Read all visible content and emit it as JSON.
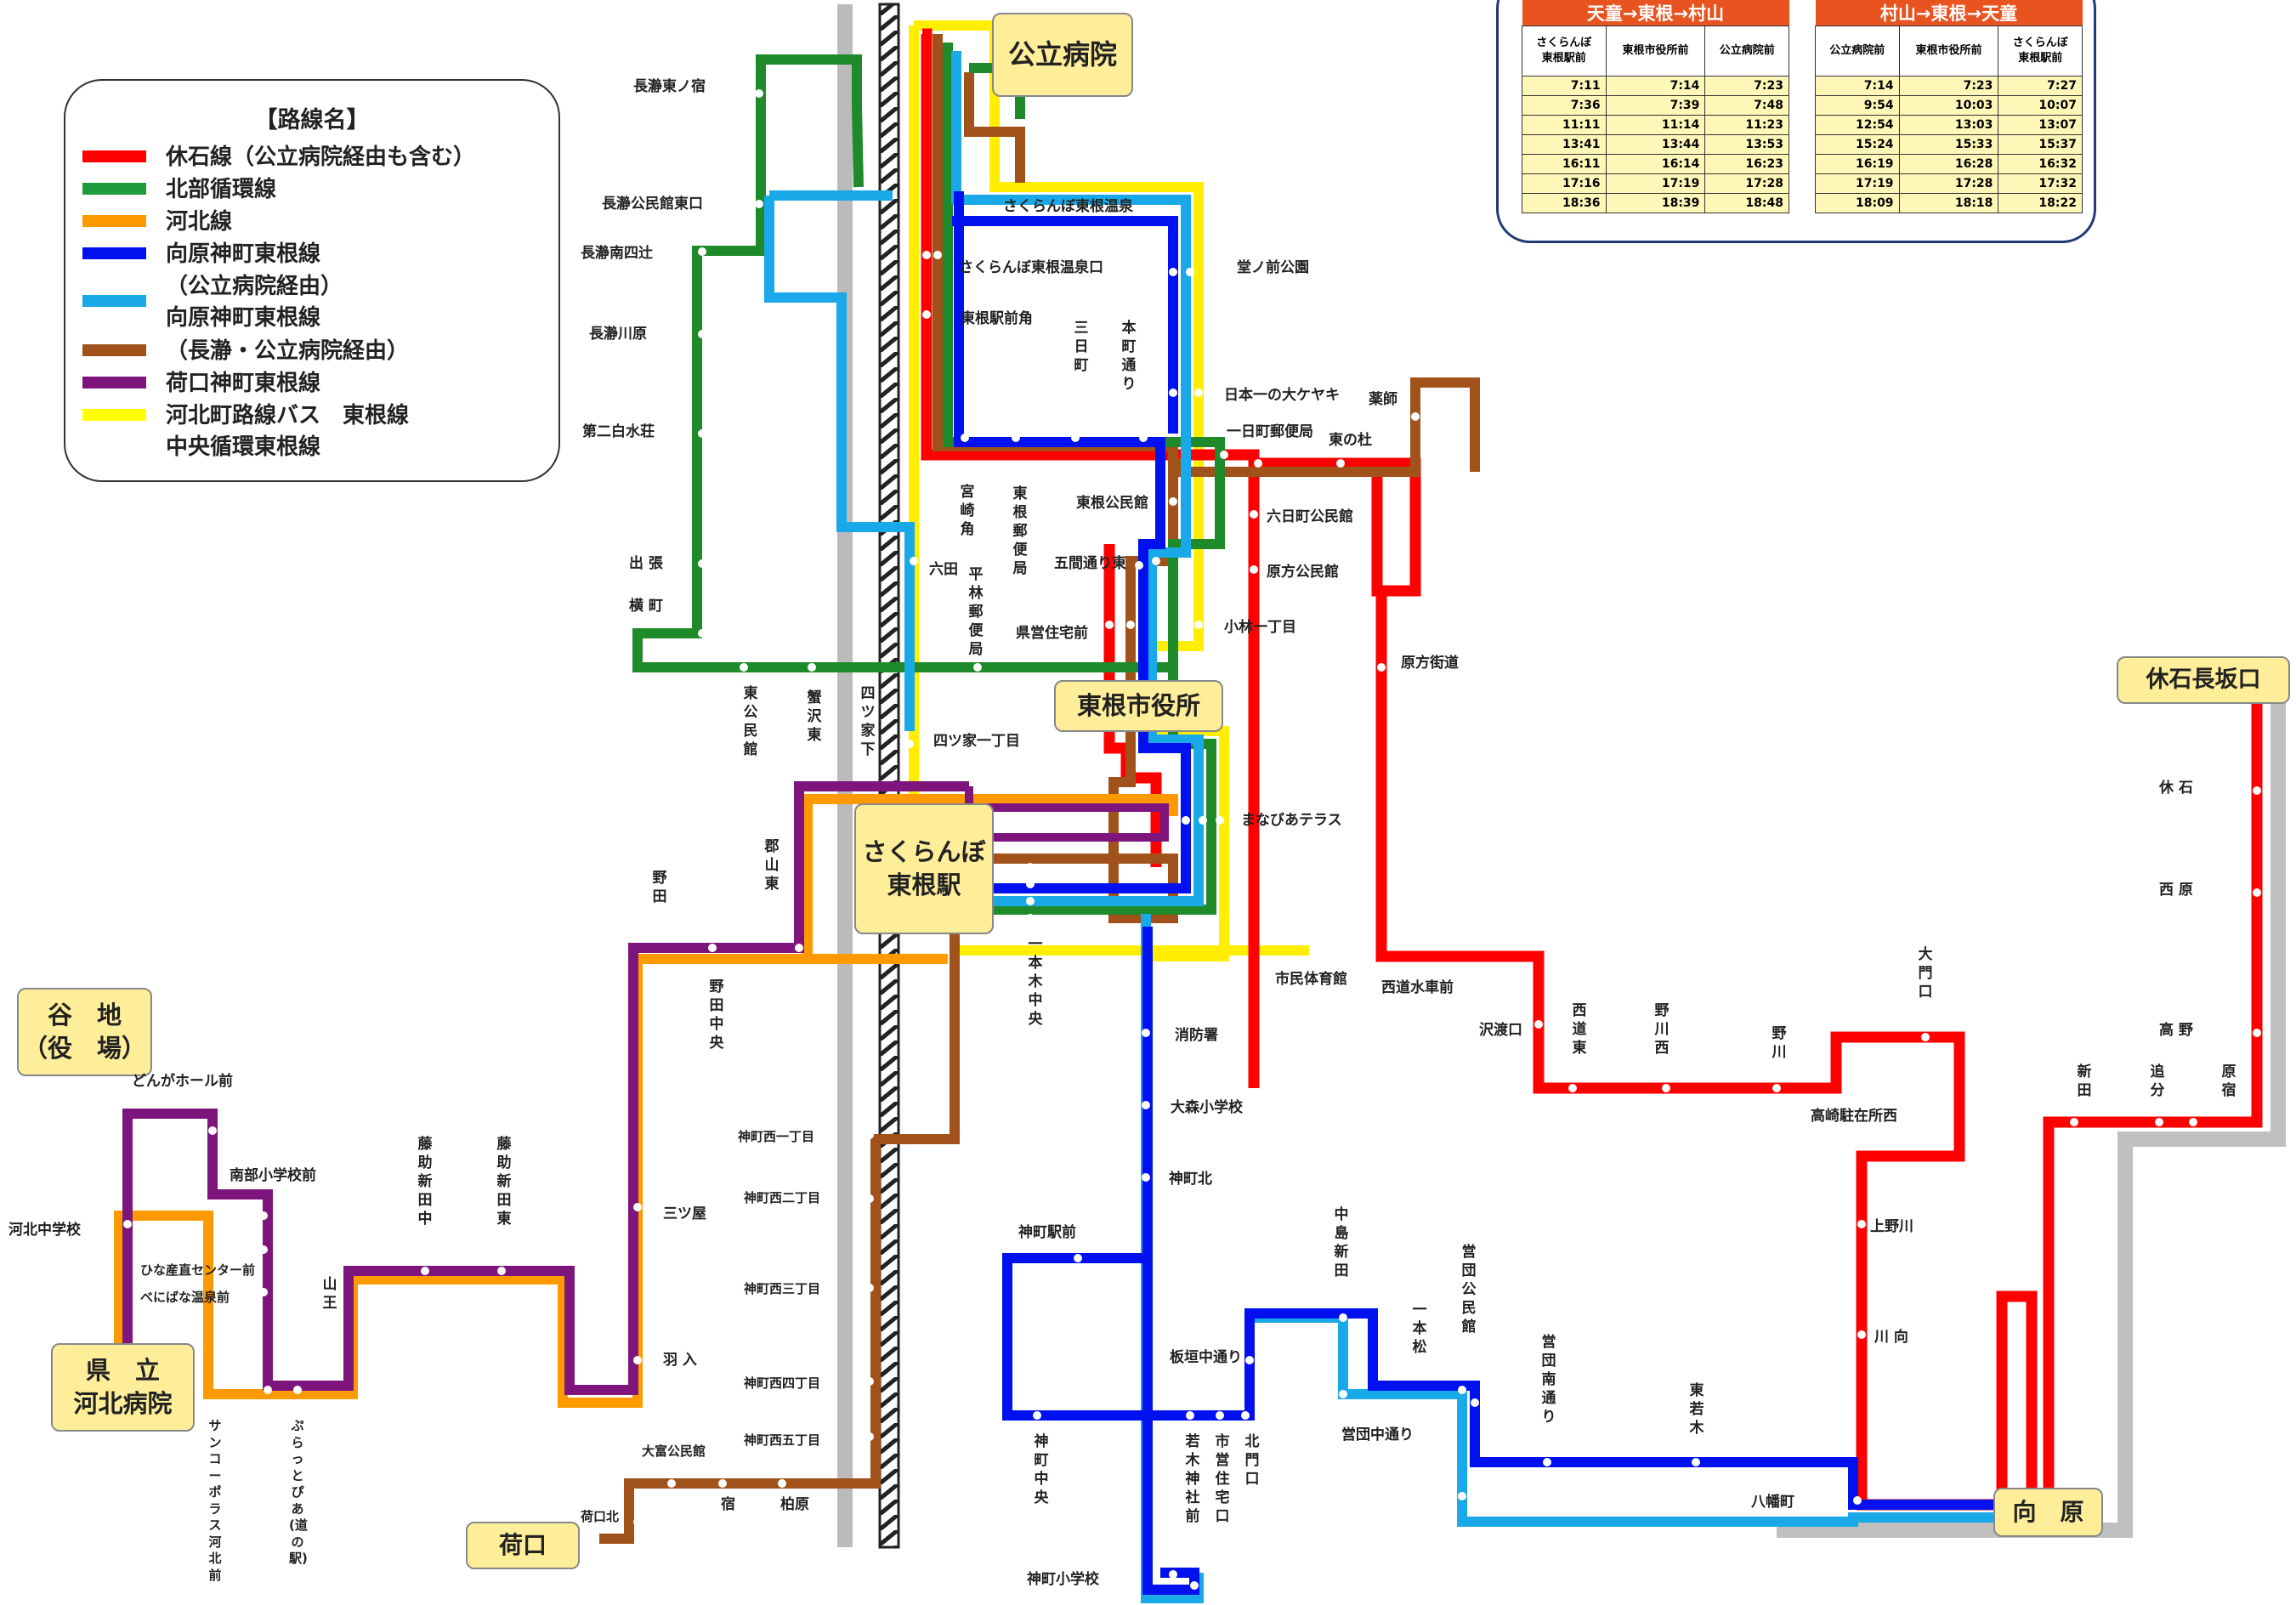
{
  "legend": {
    "title": "【路線名】",
    "items": [
      {
        "color": "#ff0000",
        "name": "休石線（公立病院経由も含む）"
      },
      {
        "color": "#1e9b3a",
        "name": "北部循環線"
      },
      {
        "color": "#ff9900",
        "name": "河北線"
      },
      {
        "color": "#0010ee",
        "name": "向原神町東根線"
      },
      {
        "color": "#1aa9e8",
        "name": "（公立病院経由）\n向原神町東根線"
      },
      {
        "color": "#a0521a",
        "name": "（長瀞・公立病院経由）"
      },
      {
        "color": "#7d157d",
        "name": "荷口神町東根線"
      },
      {
        "color": "#ffff00",
        "name": "河北町路線バス　東根線\n中央循環東根線"
      }
    ]
  },
  "timetables": [
    {
      "title": "天童→東根→村山",
      "columns": [
        "さくらんぼ\n東根駅前",
        "東根市役所前",
        "公立病院前"
      ],
      "rows": [
        [
          "7:11",
          "7:14",
          "7:23"
        ],
        [
          "7:36",
          "7:39",
          "7:48"
        ],
        [
          "11:11",
          "11:14",
          "11:23"
        ],
        [
          "13:41",
          "13:44",
          "13:53"
        ],
        [
          "16:11",
          "16:14",
          "16:23"
        ],
        [
          "17:16",
          "17:19",
          "17:28"
        ],
        [
          "18:36",
          "18:39",
          "18:48"
        ]
      ]
    },
    {
      "title": "村山→東根→天童",
      "columns": [
        "公立病院前",
        "東根市役所前",
        "さくらんぼ\n東根駅前"
      ],
      "rows": [
        [
          "7:14",
          "7:23",
          "7:27"
        ],
        [
          "9:54",
          "10:03",
          "10:07"
        ],
        [
          "12:54",
          "13:03",
          "13:07"
        ],
        [
          "15:24",
          "15:33",
          "15:37"
        ],
        [
          "16:19",
          "16:28",
          "16:32"
        ],
        [
          "17:19",
          "17:28",
          "17:32"
        ],
        [
          "18:09",
          "18:18",
          "18:22"
        ]
      ]
    }
  ],
  "places": {
    "hospital": "公立病院",
    "city_hall": "東根市役所",
    "station": "さくらんぼ\n東根駅",
    "yachi": "谷　地\n（役　場）",
    "kahoku_hospital": "県　立\n河北病院",
    "niguchi": "荷口",
    "yasumiishi": "休石長坂口",
    "mukaihara": "向　原"
  },
  "stops": {
    "nagatoro_higashi": "長瀞東ノ宿",
    "nagatoro_kominkan": "長瀞公民館東口",
    "nagatoro_minami": "長瀞南四辻",
    "nagatoro_kawara": "長瀞川原",
    "daini_shirامizu": "第二白水荘",
    "debari": "出 張",
    "yokomachi": "横 町",
    "onsen": "さくらんぼ東根温泉",
    "onsen_guchi": "さくらんぼ東根温泉口",
    "ekimae_kado": "東根駅前角",
    "mikkamachi": "三日町",
    "honmachi": "本町通り",
    "donomae": "堂ノ前公園",
    "keyaki": "日本一の大ケヤキ",
    "yakushi": "薬師",
    "higashinomori": "東の杜",
    "ichinichi": "一日町郵便局",
    "miyazaki": "宮崎角",
    "higashine_post": "東根郵便局",
    "kominkan": "東根公民館",
    "muika": "六日町公民館",
    "rokuta": "六田",
    "hirabayashi": "平林郵便局",
    "goken": "五間通り東",
    "haragata_k": "原方公民館",
    "kenei": "県営住宅前",
    "kobayashi": "小林一丁目",
    "haragata_kaido": "原方街道",
    "higashi_kominkan": "東公民館",
    "banzawa": "蟹沢東",
    "yotsuya_shita": "四ツ家下",
    "yotsuya1": "四ツ家一丁目",
    "manabia": "まなびあテラス",
    "koriyama": "郡山東",
    "noda": "野田",
    "noda_chuo": "野田中央",
    "ipponki": "一本木中央",
    "shimin": "市民体育館",
    "saido_mizu": "西道水車前",
    "sawato": "沢渡口",
    "saido_higashi": "西道東",
    "nogawa_nishi": "野川西",
    "nogawa": "野川",
    "daimon": "大門口",
    "yasumiishi_s": "休 石",
    "nishihara": "西 原",
    "takano": "高 野",
    "shinden": "新田",
    "oibun": "追分",
    "haraya": "原宿",
    "shobo": "消防署",
    "omori": "大森小学校",
    "jinmachi_kita": "神町北",
    "jinmachi_eki": "神町駅前",
    "takasaki": "高崎駐在所西",
    "uenogawa": "上野川",
    "kawamukai": "川 向",
    "nakajima": "中島新田",
    "ipponmatsu": "一本松",
    "eidan_k": "営団公民館",
    "eidan_minami": "営団南通り",
    "higashi_wakagi": "東若木",
    "yawata": "八幡町",
    "eidan_naka": "営団中通り",
    "itagaki": "板垣中通り",
    "jinmachi_chuo": "神町中央",
    "wakagi_jinja": "若木神社前",
    "shiei": "市営住宅口",
    "kitamon": "北門口",
    "jinmachi_sho": "神町小学校",
    "dongahall": "どんがホール前",
    "nanbu": "南部小学校前",
    "kahoku_chu": "河北中学校",
    "hina": "ひな産直センター前",
    "benibana": "べにばな温泉前",
    "sanno": "山王",
    "fujisuke_naka": "藤助新田中",
    "fujisuke_higashi": "藤助新田東",
    "mitsuya": "三ツ屋",
    "hanyu": "羽 入",
    "sun_corpolas": "サンコーポラス河北前",
    "purattopia": "ぷらっとぴあ(道の駅)",
    "jinmachi_nishi1": "神町西一丁目",
    "jinmachi_nishi2": "神町西二丁目",
    "jinmachi_nishi3": "神町西三丁目",
    "jinmachi_nishi4": "神町西四丁目",
    "jinmachi_nishi5": "神町西五丁目",
    "otomi": "大富公民館",
    "yado": "宿",
    "kashiwabara": "柏原",
    "niguchi_kita": "荷口北"
  }
}
